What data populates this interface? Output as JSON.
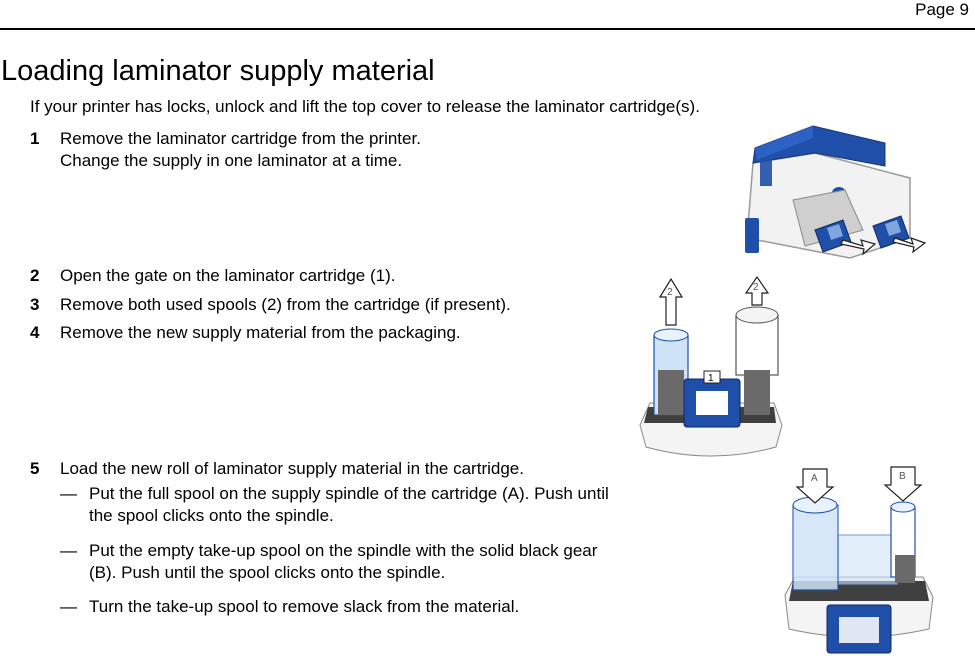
{
  "header": {
    "page_label": "Page 9"
  },
  "title": "Loading laminator supply material",
  "intro": "If your printer has locks, unlock and lift the top cover to release the laminator cartridge(s).",
  "steps": [
    {
      "num": "1",
      "lines": [
        "Remove the laminator cartridge from the printer.",
        "Change the supply in one laminator at a time."
      ]
    },
    {
      "num": "2",
      "lines": [
        "Open the gate on the laminator cartridge (1)."
      ]
    },
    {
      "num": "3",
      "lines": [
        "Remove both used spools (2) from the cartridge (if present)."
      ]
    },
    {
      "num": "4",
      "lines": [
        "Remove the new supply material from the packaging."
      ]
    },
    {
      "num": "5",
      "lines": [
        "Load the new roll of laminator supply material in the cartridge."
      ]
    }
  ],
  "substeps": [
    {
      "dash": "—",
      "lines": [
        "Put the full spool  on the supply spindle of the cartridge (A). Push until",
        "the spool clicks onto the spindle."
      ]
    },
    {
      "dash": "—",
      "lines": [
        "Put the empty take-up spool on the spindle with the solid black gear",
        "(B). Push until the spool clicks onto the spindle."
      ]
    },
    {
      "dash": "—",
      "lines": [
        "Turn the take-up spool to remove slack from the material."
      ]
    }
  ],
  "figure_labels": {
    "spool_left": "2",
    "spool_right": "2",
    "gate": "1",
    "spindle_a": "A",
    "spindle_b": "B"
  },
  "colors": {
    "cartridge_blue": "#1f4fa8",
    "spool_light_blue": "#cfe3f7",
    "gray_dark": "#4a4a4a"
  }
}
